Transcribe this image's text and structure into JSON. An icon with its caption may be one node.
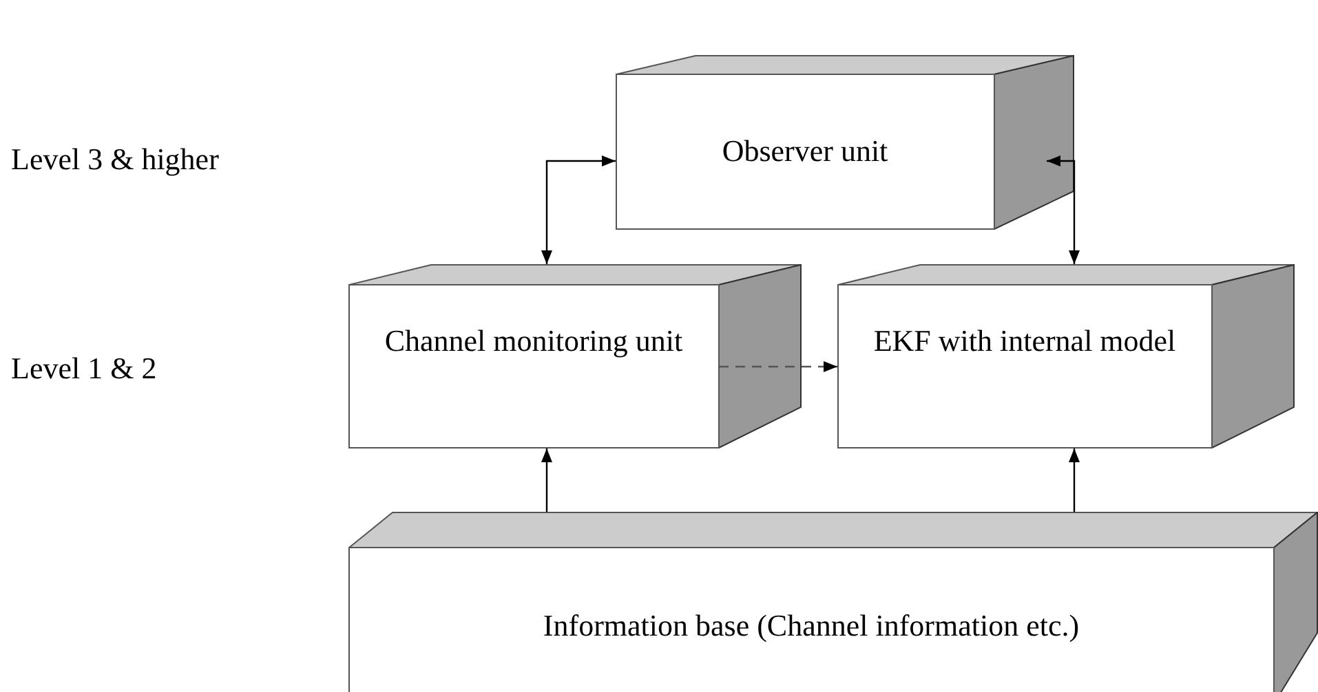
{
  "diagram": {
    "nodes": [
      {
        "text": [
          "Observer unit"
        ]
      },
      {
        "text": [
          "Channel monitoring unit"
        ]
      },
      {
        "text": [
          "EKF with internal model"
        ]
      },
      {
        "text": [
          "Information base (Channel information etc.)"
        ]
      }
    ],
    "edges": [
      {
        "from": 0,
        "to": 1,
        "arrow": "both"
      },
      {
        "from": 0,
        "to": 2,
        "arrow": "both"
      },
      {
        "from": 1,
        "to": 2,
        "arrow": "to",
        "style": "dashed"
      },
      {
        "from": 3,
        "to": 1,
        "arrow": "to"
      },
      {
        "from": 3,
        "to": 2,
        "arrow": "to"
      }
    ],
    "labels": [
      "Level 3 & higher",
      "Level 1 & 2"
    ]
  }
}
